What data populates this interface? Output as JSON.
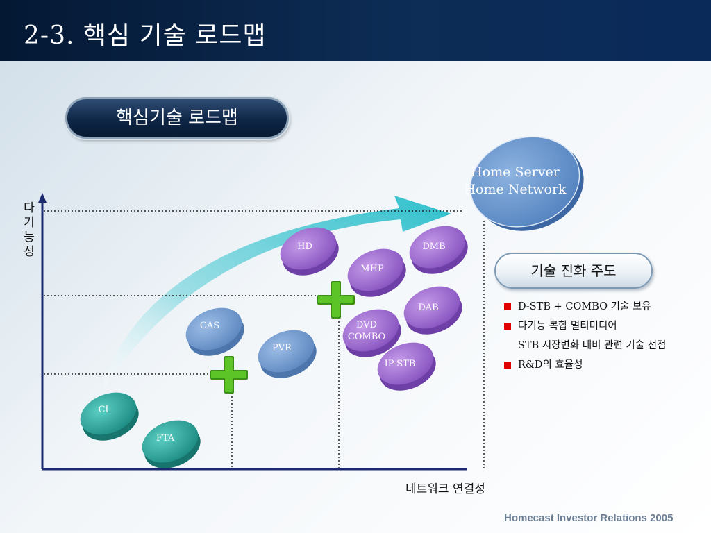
{
  "header": {
    "title": "2-3. 핵심 기술 로드맵"
  },
  "pill_title": "핵심기술 로드맵",
  "axes": {
    "y_label": [
      "다",
      "기",
      "능",
      "성"
    ],
    "x_label": "네트워크 연결성"
  },
  "home": {
    "line1": "Home Server",
    "line2": "Home Network"
  },
  "nodes": [
    {
      "id": "ci",
      "label": "CI",
      "color": "teal"
    },
    {
      "id": "fta",
      "label": "FTA",
      "color": "teal"
    },
    {
      "id": "cas",
      "label": "CAS",
      "color": "blue"
    },
    {
      "id": "pvr",
      "label": "PVR",
      "color": "blue"
    },
    {
      "id": "hd",
      "label": "HD",
      "color": "purple"
    },
    {
      "id": "mhp",
      "label": "MHP",
      "color": "purple"
    },
    {
      "id": "dmb",
      "label": "DMB",
      "color": "purple"
    },
    {
      "id": "dab",
      "label": "DAB",
      "color": "purple"
    },
    {
      "id": "dvd",
      "label": [
        "DVD",
        "COMBO"
      ],
      "color": "purple"
    },
    {
      "id": "ipstb",
      "label": "IP-STB",
      "color": "purple"
    }
  ],
  "evolution": {
    "title": "기술 진화 주도",
    "bullets": [
      {
        "text": "D-STB +  COMBO 기술 보유"
      },
      {
        "text": "다기능 복합 멀티미디어",
        "sub": "STB 시장변화 대비 관련 기술 선점"
      },
      {
        "text": "R&D의 효율성"
      }
    ]
  },
  "colors": {
    "teal": "#2aa39a",
    "blue": "#6d95c8",
    "purple": "#9a66c9",
    "plus": "#4fb31f",
    "bullet": "#e00000"
  },
  "footer": "Homecast Investor Relations 2005"
}
